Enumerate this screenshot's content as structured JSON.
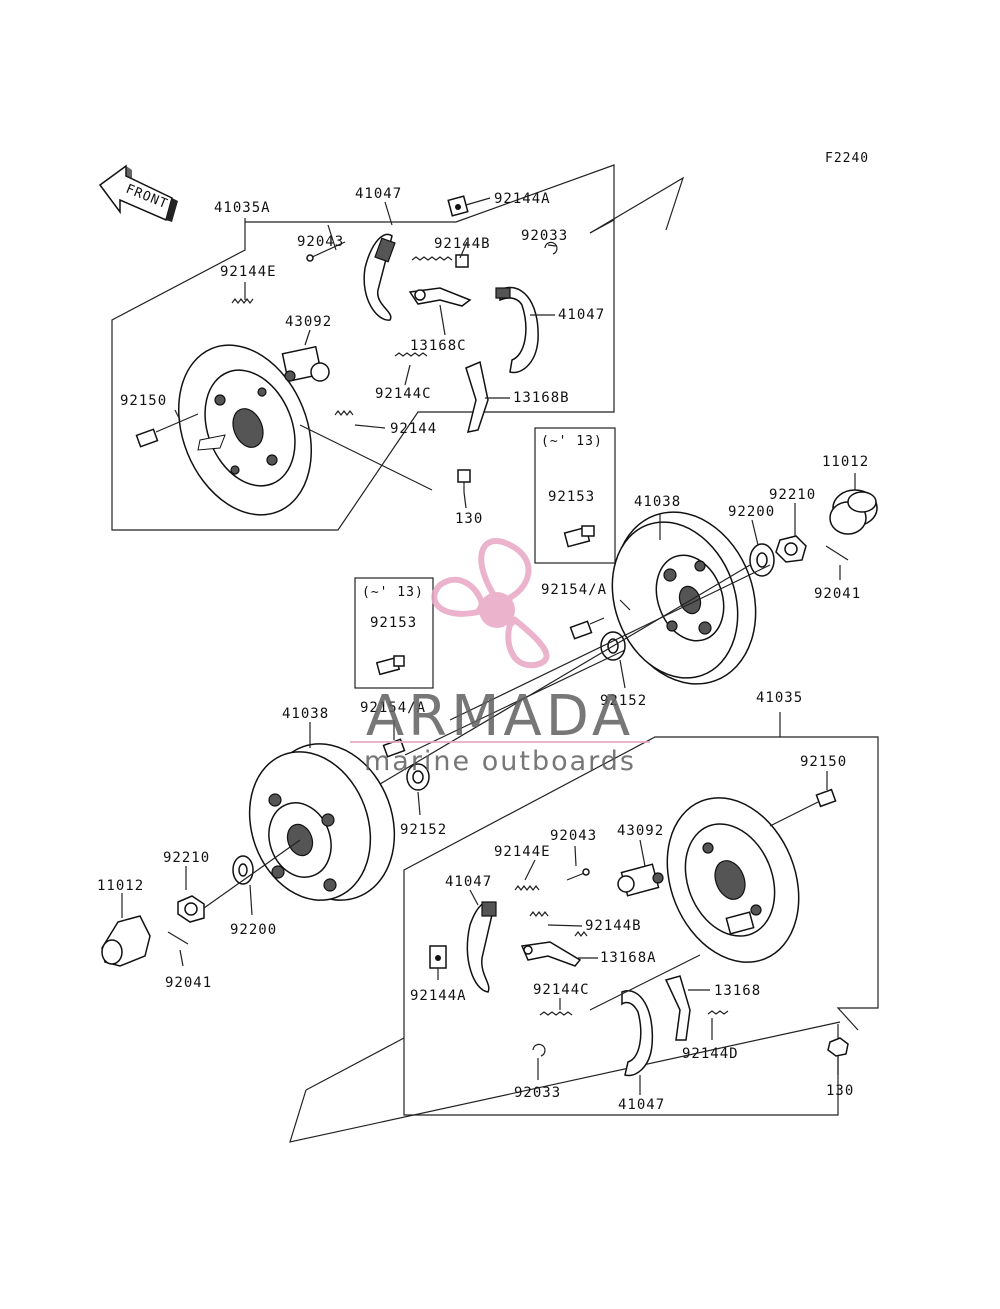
{
  "figure_code": "F2240",
  "front_arrow": {
    "label": "FRONT"
  },
  "upper_assembly": {
    "labels": {
      "brake_panel": "41035A",
      "shoe_top": "41047",
      "spring_a": "92144A",
      "pin": "92043",
      "spring_b": "92144B",
      "circlip": "92033",
      "spring_e": "92144E",
      "wheel_cylinder": "43092",
      "lever_c": "13168C",
      "shoe_right": "41047",
      "bolt": "92150",
      "spring_c": "92144C",
      "lever_b": "13168B",
      "spring": "92144",
      "bleed": "130"
    }
  },
  "upper_drum": {
    "labels": {
      "note": "(~' 13)",
      "bolt": "92153",
      "drum": "41038",
      "seal": "11012",
      "nut": "92210",
      "washer": "92200",
      "bolt_a": "92154/A",
      "cotter": "92041",
      "ring": "92152"
    }
  },
  "lower_drum": {
    "labels": {
      "note": "(~' 13)",
      "bolt": "92153",
      "bolt_a": "92154/A",
      "drum": "41038",
      "ring": "92152",
      "nut": "92210",
      "seal": "11012",
      "washer": "92200",
      "cotter": "92041"
    }
  },
  "lower_assembly": {
    "labels": {
      "brake_panel": "41035",
      "bolt": "92150",
      "pin": "92043",
      "wheel_cylinder": "43092",
      "spring_e": "92144E",
      "shoe_left": "41047",
      "spring_b": "92144B",
      "lever_a": "13168A",
      "spring_a": "92144A",
      "spring_c": "92144C",
      "lever": "13168",
      "spring_d": "92144D",
      "circlip": "92033",
      "shoe_bottom": "41047",
      "bleed": "130"
    }
  },
  "watermark": {
    "brand": "ARMADA",
    "tagline": "marine outboards",
    "color": "#e9a6c4"
  }
}
